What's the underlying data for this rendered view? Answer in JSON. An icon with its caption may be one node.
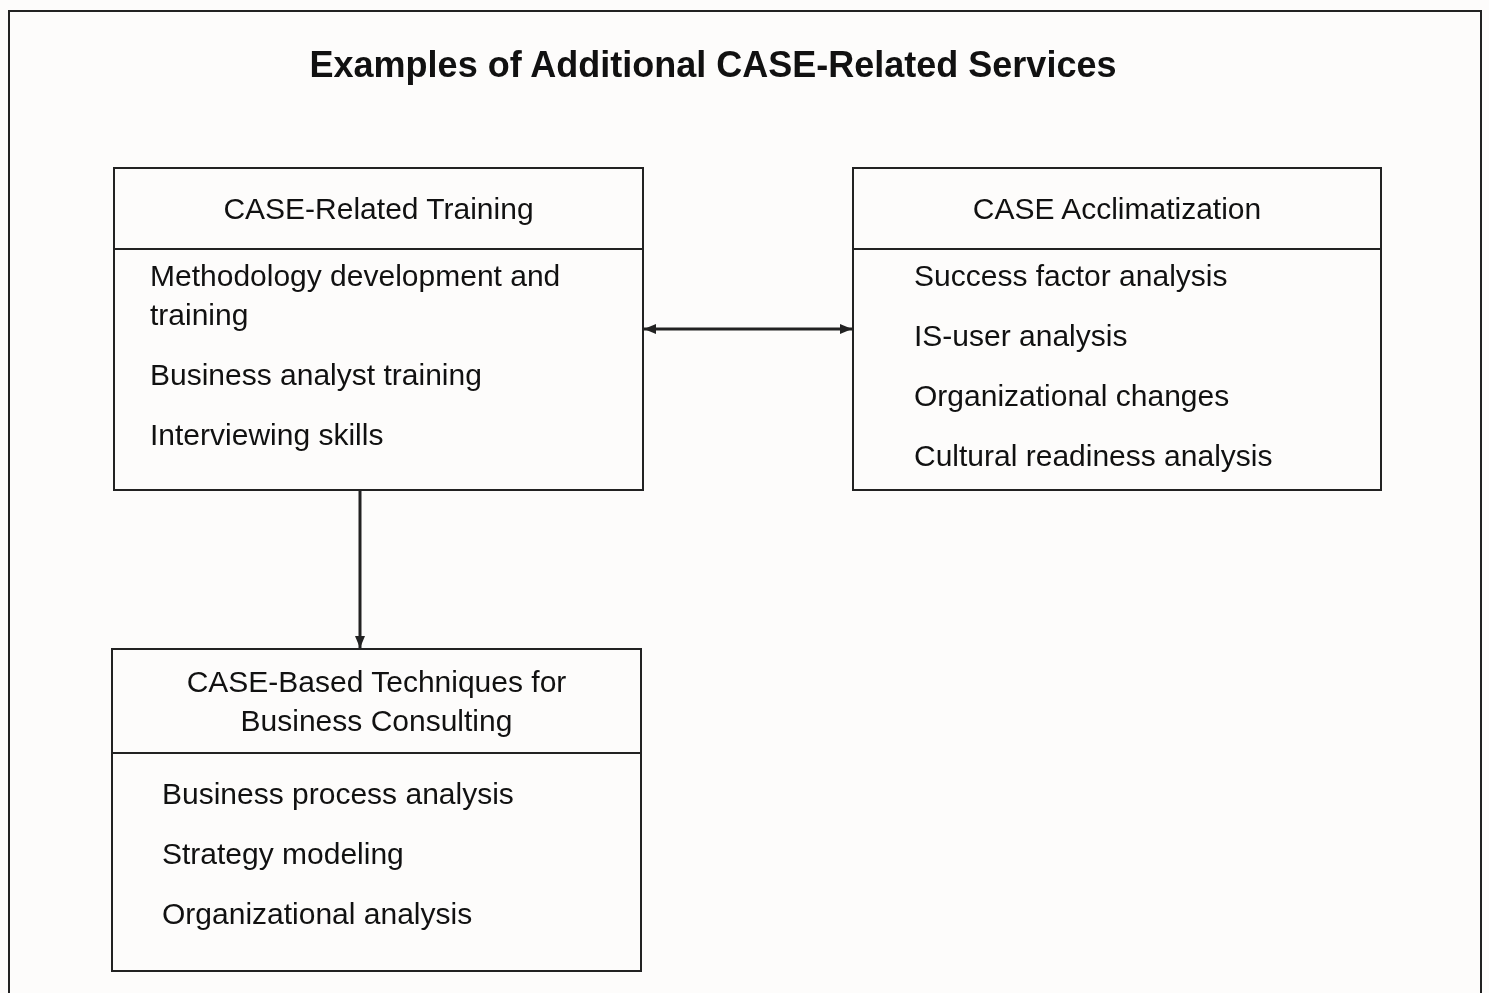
{
  "diagram": {
    "title": "Examples of Additional CASE-Related Services",
    "nodes": [
      {
        "text": [
          "CASE-Related Training",
          "Methodology development and training",
          "Business analyst training",
          "Interviewing skills"
        ]
      },
      {
        "text": [
          "CASE Acclimatization",
          "Success factor analysis",
          "IS-user analysis",
          "Organizational changes",
          "Cultural readiness analysis"
        ]
      },
      {
        "text": [
          "CASE-Based Techniques for Business Consulting",
          "Business process analysis",
          "Strategy modeling",
          "Organizational analysis"
        ]
      }
    ],
    "edges": [
      {
        "from": 0,
        "to": 1,
        "arrow": "both"
      },
      {
        "from": 0,
        "to": 2,
        "arrow": "to"
      }
    ]
  }
}
